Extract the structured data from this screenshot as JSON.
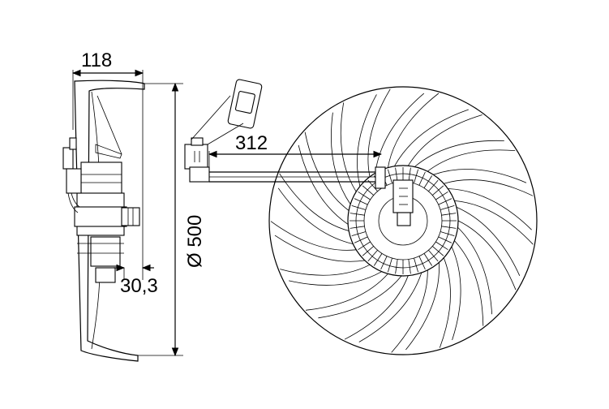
{
  "diagram": {
    "dimensions": {
      "depth": "118",
      "arm_length": "312",
      "diameter": "Ø 500",
      "hub_offset": "30,3"
    },
    "fan": {
      "blade_count": 17
    },
    "colors": {
      "line": "#000000",
      "background": "#ffffff"
    }
  }
}
